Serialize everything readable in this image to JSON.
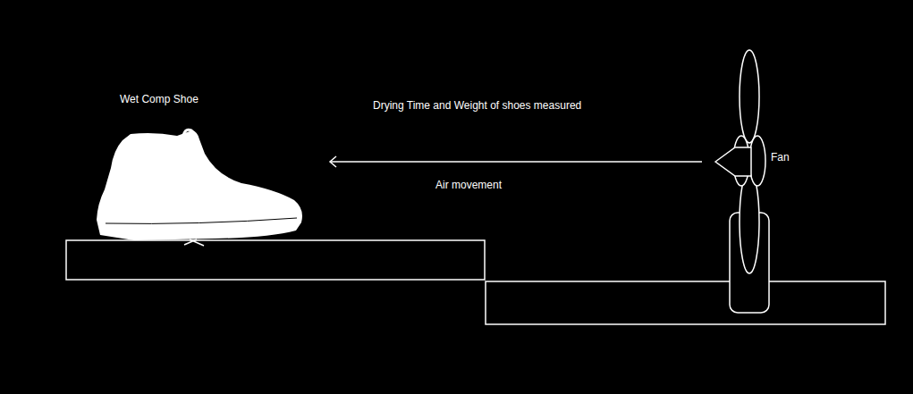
{
  "diagram": {
    "labels": [
      "Wet Comp Shoe",
      "Drying Time and Weight of shoes measured",
      "Air movement",
      "Fan"
    ]
  }
}
